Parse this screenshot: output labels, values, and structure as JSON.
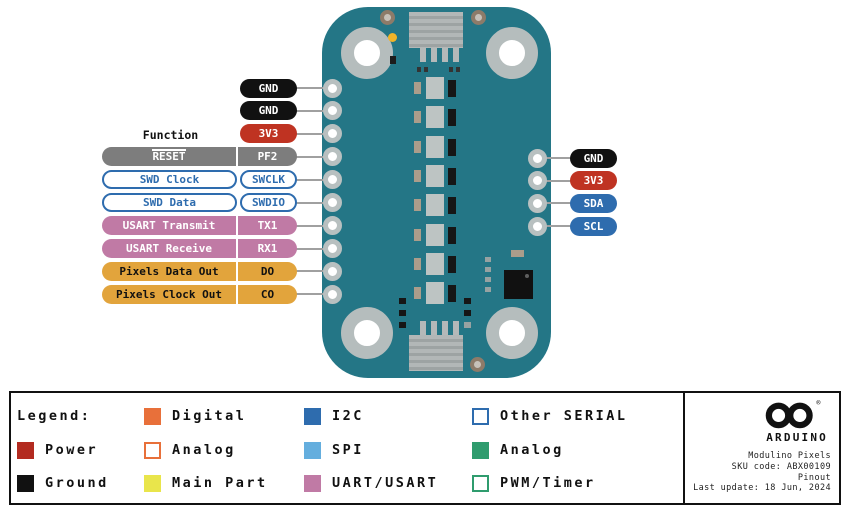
{
  "function_column_header": "Function",
  "board": {
    "name": "Arduino Modulino Pixels board",
    "led_count": 8
  },
  "colors": {
    "board": "#247686",
    "power": "#bf3322",
    "ground": "#111111",
    "reset_gray": "#7d7d7d",
    "serial_blue": "#2e6cae",
    "uart_pink": "#c07aa5",
    "pixels_orange": "#e2a43c",
    "i2c_blue": "#2e6cae",
    "leader_line": "#a0a0a0"
  },
  "left_pin_rows": [
    {
      "function": "",
      "pin": "GND",
      "type": "ground",
      "overline": false
    },
    {
      "function": "",
      "pin": "GND",
      "type": "ground",
      "overline": false
    },
    {
      "function": "",
      "pin": "3V3",
      "type": "power",
      "overline": false
    },
    {
      "function": "RESET",
      "pin": "PF2",
      "type": "reset",
      "overline": true
    },
    {
      "function": "SWD Clock",
      "pin": "SWCLK",
      "type": "serial_outline",
      "overline": false
    },
    {
      "function": "SWD Data",
      "pin": "SWDIO",
      "type": "serial_outline",
      "overline": false
    },
    {
      "function": "USART Transmit",
      "pin": "TX1",
      "type": "uart",
      "overline": false
    },
    {
      "function": "USART Receive",
      "pin": "RX1",
      "type": "uart",
      "overline": false
    },
    {
      "function": "Pixels Data Out",
      "pin": "DO",
      "type": "pixels",
      "overline": false
    },
    {
      "function": "Pixels Clock Out",
      "pin": "CO",
      "type": "pixels",
      "overline": false
    }
  ],
  "right_pin_rows": [
    {
      "pin": "GND",
      "type": "ground"
    },
    {
      "pin": "3V3",
      "type": "power"
    },
    {
      "pin": "SDA",
      "type": "i2c"
    },
    {
      "pin": "SCL",
      "type": "i2c"
    }
  ],
  "legend": {
    "title": "Legend:",
    "items": [
      {
        "label": "Power",
        "swatch": "filled",
        "color": "#b32b20",
        "col": 0,
        "row": 1
      },
      {
        "label": "Ground",
        "swatch": "filled",
        "color": "#111111",
        "col": 0,
        "row": 2
      },
      {
        "label": "Digital",
        "swatch": "filled",
        "color": "#e8703a",
        "col": 1,
        "row": 0
      },
      {
        "label": "Analog",
        "swatch": "outline",
        "color": "#e8703a",
        "col": 1,
        "row": 1
      },
      {
        "label": "Main Part",
        "swatch": "filled",
        "color": "#e9e54b",
        "col": 1,
        "row": 2
      },
      {
        "label": "I2C",
        "swatch": "filled",
        "color": "#2e6cae",
        "col": 2,
        "row": 0
      },
      {
        "label": "SPI",
        "swatch": "filled",
        "color": "#64aede",
        "col": 2,
        "row": 1
      },
      {
        "label": "UART/USART",
        "swatch": "filled",
        "color": "#c07aa5",
        "col": 2,
        "row": 2
      },
      {
        "label": "Other SERIAL",
        "swatch": "outline",
        "color": "#2e6cae",
        "col": 3,
        "row": 0
      },
      {
        "label": "Analog",
        "swatch": "filled",
        "color": "#2f9c6e",
        "col": 3,
        "row": 1
      },
      {
        "label": "PWM/Timer",
        "swatch": "outline",
        "color": "#2f9c6e",
        "col": 3,
        "row": 2
      }
    ]
  },
  "branding": {
    "name": "ARDUINO",
    "registered_mark": "®",
    "product": "Modulino Pixels",
    "sku": "SKU code: ABX00109",
    "doc_type": "Pinout",
    "last_update": "Last update: 18 Jun, 2024"
  }
}
